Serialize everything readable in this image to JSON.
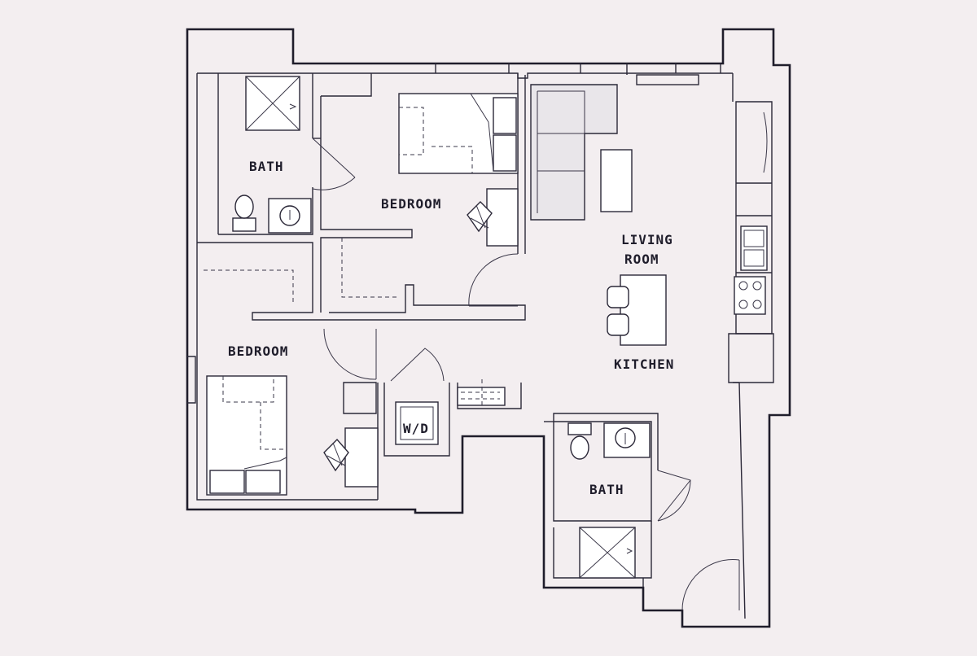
{
  "rooms": {
    "bath_top": "BATH",
    "bedroom_top": "BEDROOM",
    "living_line1": "LIVING",
    "living_line2": "ROOM",
    "bedroom_bottom": "BEDROOM",
    "laundry": "W/D",
    "kitchen": "KITCHEN",
    "bath_bottom": "BATH"
  },
  "colors": {
    "background": "#f3eef0",
    "wall": "#1f1d2b",
    "fixture_fill": "#ffffff"
  },
  "icons": [
    "toilet-icon",
    "sink-icon",
    "shower-icon",
    "desk-chair-icon",
    "bed-icon",
    "sofa-icon",
    "stove-icon",
    "fridge-icon",
    "door-swing-icon",
    "washer-dryer-icon"
  ]
}
